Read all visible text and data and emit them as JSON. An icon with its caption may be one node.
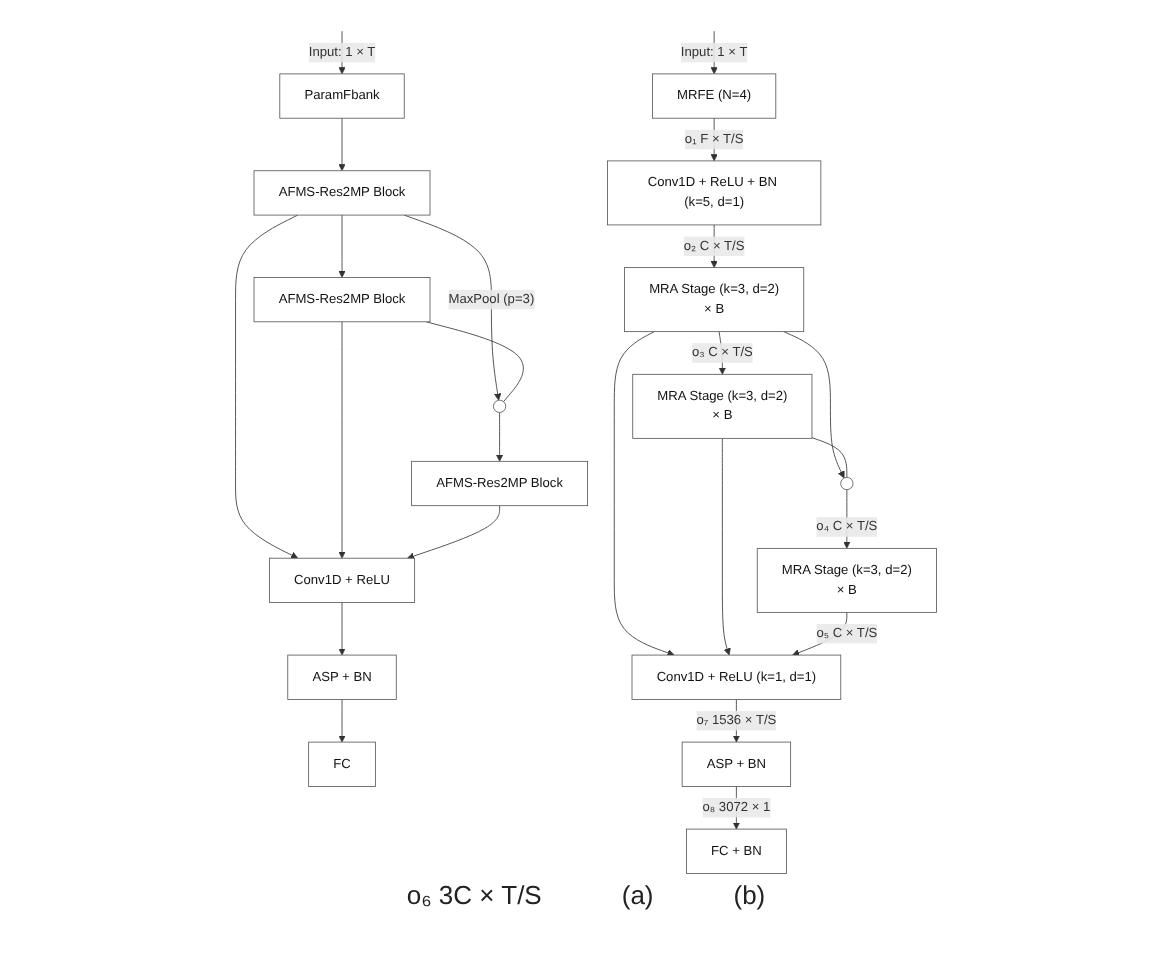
{
  "diagram": {
    "nodes": [
      {
        "text": [
          "ParamFbank"
        ]
      },
      {
        "text": [
          "AFMS-Res2MP Block"
        ]
      },
      {
        "text": [
          "AFMS-Res2MP Block"
        ]
      },
      {
        "text": [],
        "shape": "circle"
      },
      {
        "text": [
          "AFMS-Res2MP Block"
        ]
      },
      {
        "text": [
          "Conv1D + ReLU"
        ]
      },
      {
        "text": [
          "ASP + BN"
        ]
      },
      {
        "text": [
          "FC"
        ]
      },
      {
        "text": [
          "MRFE (N=4)"
        ]
      },
      {
        "text": [
          "Conv1D + ReLU + BN (k=5, d=1)"
        ]
      },
      {
        "text": [
          "MRA Stage (k=3, d=2)",
          "× B"
        ]
      },
      {
        "text": [
          "MRA Stage (k=3, d=2)",
          "× B"
        ]
      },
      {
        "text": [],
        "shape": "circle"
      },
      {
        "text": [
          "MRA Stage (k=3, d=2)",
          "× B"
        ]
      },
      {
        "text": [
          "Conv1D + ReLU (k=1, d=1)"
        ]
      },
      {
        "text": [
          "ASP + BN"
        ]
      },
      {
        "text": [
          "FC + BN"
        ]
      }
    ],
    "edges": [
      {
        "from": null,
        "to": 0,
        "arrow": "to",
        "label": "Input: 1 × T"
      },
      {
        "from": 0,
        "to": 1,
        "arrow": "to"
      },
      {
        "from": 1,
        "to": 2,
        "arrow": "to"
      },
      {
        "from": 1,
        "to": 3,
        "arrow": "to",
        "label": "MaxPool (p=3)"
      },
      {
        "from": 1,
        "to": 5,
        "arrow": "to"
      },
      {
        "from": 2,
        "to": 3,
        "arrow": "none"
      },
      {
        "from": 2,
        "to": 5,
        "arrow": "to"
      },
      {
        "from": 3,
        "to": 4,
        "arrow": "to"
      },
      {
        "from": 4,
        "to": 5,
        "arrow": "to"
      },
      {
        "from": 5,
        "to": 6,
        "arrow": "to"
      },
      {
        "from": 6,
        "to": 7,
        "arrow": "to"
      },
      {
        "from": null,
        "to": 8,
        "arrow": "to",
        "label": "Input: 1 × T"
      },
      {
        "from": 8,
        "to": 9,
        "arrow": "to",
        "label": "o₁ F × T/S"
      },
      {
        "from": 9,
        "to": 10,
        "arrow": "to",
        "label": "o₂ C × T/S"
      },
      {
        "from": 10,
        "to": 11,
        "arrow": "to",
        "label": "o₃ C × T/S"
      },
      {
        "from": 10,
        "to": 12,
        "arrow": "to"
      },
      {
        "from": 10,
        "to": 14,
        "arrow": "to"
      },
      {
        "from": 11,
        "to": 12,
        "arrow": "none"
      },
      {
        "from": 11,
        "to": 14,
        "arrow": "to"
      },
      {
        "from": 12,
        "to": 13,
        "arrow": "to",
        "label": "o₄ C × T/S"
      },
      {
        "from": 13,
        "to": 14,
        "arrow": "to",
        "label": "o₅ C × T/S"
      },
      {
        "from": 14,
        "to": 15,
        "arrow": "to",
        "label": "o₇ 1536 × T/S"
      },
      {
        "from": 15,
        "to": 16,
        "arrow": "to",
        "label": "o₈ 3072 × 1"
      }
    ],
    "labels": [
      "o₆ 3C × T/S",
      "(a)",
      "(b)"
    ]
  }
}
